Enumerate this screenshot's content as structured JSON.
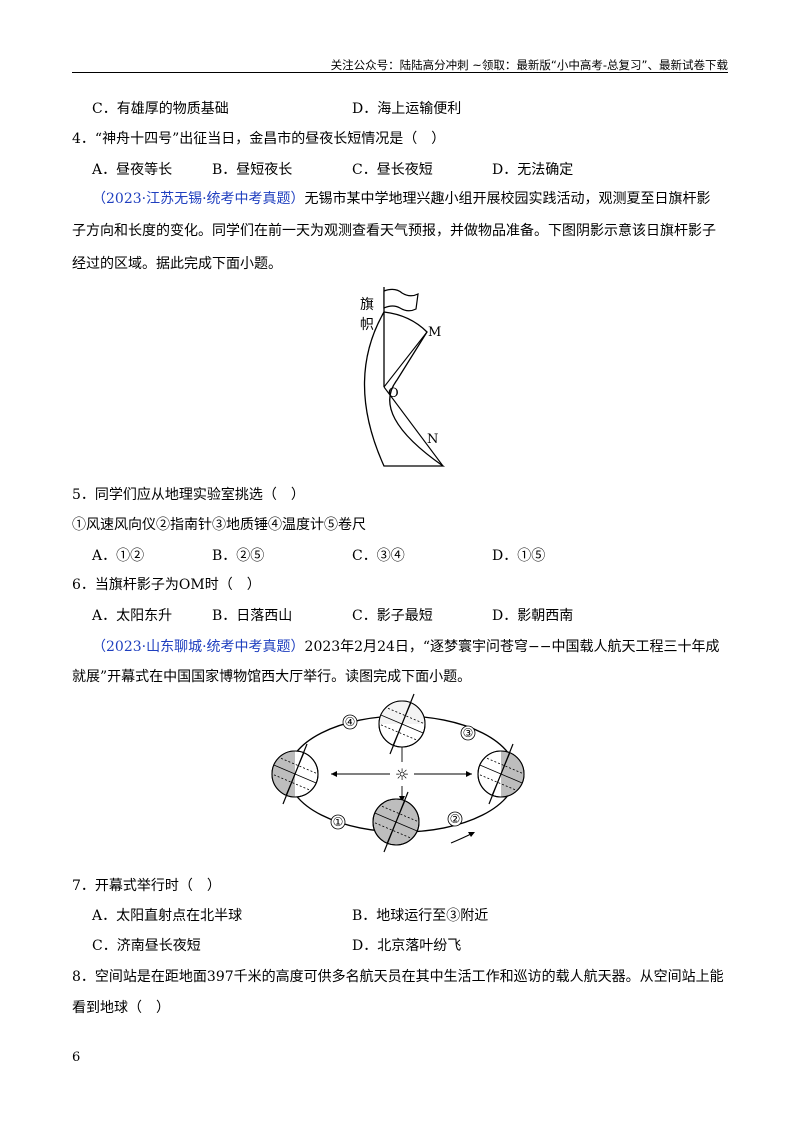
{
  "header": "关注公众号：陆陆高分冲刺 ~领取：最新版“小中高考-总复习”、最新试卷下载",
  "q3_options": {
    "c": "C．有雄厚的物质基础",
    "d": "D．海上运输便利"
  },
  "q4": {
    "stem": "4．“神舟十四号”出征当日，金昌市的昼夜长短情况是（　）",
    "a": "A．昼夜等长",
    "b": "B．昼短夜长",
    "c": "C．昼长夜短",
    "d": "D．无法确定"
  },
  "passage1": {
    "source": "（2023·江苏无锡·统考中考真题）",
    "line1": "无锡市某中学地理兴趣小组开展校园实践活动，观测夏至日旗杆影",
    "line2": "子方向和长度的变化。同学们在前一天为观测查看天气预报，并做物品准备。下图阴影示意该日旗杆影子",
    "line3": "经过的区域。据此完成下面小题。"
  },
  "figure1": {
    "flag_label_1": "旗",
    "flag_label_2": "帜",
    "m": "M",
    "o": "O",
    "n": "N"
  },
  "q5": {
    "stem": "5．同学们应从地理实验室挑选（　）",
    "items": "①风速风向仪②指南针③地质锤④温度计⑤卷尺",
    "a": "A．①②",
    "b": "B．②⑤",
    "c": "C．③④",
    "d": "D．①⑤"
  },
  "q6": {
    "stem": "6．当旗杆影子为OM时（　）",
    "a": "A．太阳东升",
    "b": "B．日落西山",
    "c": "C．影子最短",
    "d": "D．影朝西南"
  },
  "passage2": {
    "source": "（2023·山东聊城·统考中考真题）",
    "line1": "2023年2月24日，“逐梦寰宇问苍穹−−中国载人航天工程三十年成",
    "line2": "就展”开幕式在中国国家博物馆西大厅举行。读图完成下面小题。"
  },
  "figure2": {
    "p1": "①",
    "p2": "②",
    "p3": "③",
    "p4": "④",
    "sun": "☼"
  },
  "q7": {
    "stem": "7．开幕式举行时（　）",
    "a": "A．太阳直射点在北半球",
    "b": "B．地球运行至③附近",
    "c": "C．济南昼长夜短",
    "d": "D．北京落叶纷飞"
  },
  "q8": {
    "line1": "8．空间站是在距地面397千米的高度可供多名航天员在其中生活工作和巡访的载人航天器。从空间站上能",
    "line2": "看到地球（　）"
  },
  "page_number": "6"
}
